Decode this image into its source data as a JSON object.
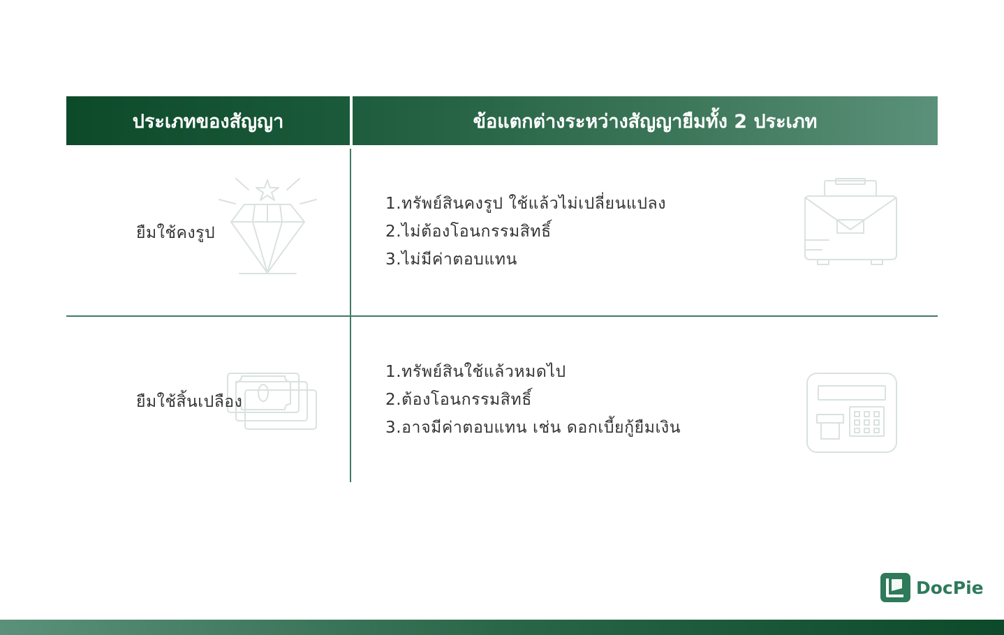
{
  "table": {
    "header": {
      "col1": "ประเภทของสัญญา",
      "col2": "ข้อแตกต่างระหว่างสัญญายืมทั้ง 2 ประเภท"
    },
    "rows": [
      {
        "type": "ยืมใช้คงรูป",
        "items": [
          "1.ทรัพย์สินคงรูป ใช้แล้วไม่เปลี่ยนแปลง",
          "2.ไม่ต้องโอนกรรมสิทธิ์",
          "3.ไม่มีค่าตอบแทน"
        ],
        "left_icon": "diamond-icon",
        "right_icon": "briefcase-icon"
      },
      {
        "type": "ยืมใช้สิ้นเปลือง",
        "items": [
          "1.ทรัพย์สินใช้แล้วหมดไป",
          "2.ต้องโอนกรรมสิทธิ์",
          "3.อาจมีค่าตอบแทน เช่น ดอกเบี้ยกู้ยืมเงิน"
        ],
        "left_icon": "banknotes-icon",
        "right_icon": "cash-register-icon"
      }
    ]
  },
  "brand": {
    "name": "DocPie",
    "color": "#2e7a5a"
  },
  "colors": {
    "header_dark": "#0c4a2a",
    "header_light": "#5b917a",
    "divider": "#3e7a62",
    "icon_stroke": "#d9e2de"
  }
}
